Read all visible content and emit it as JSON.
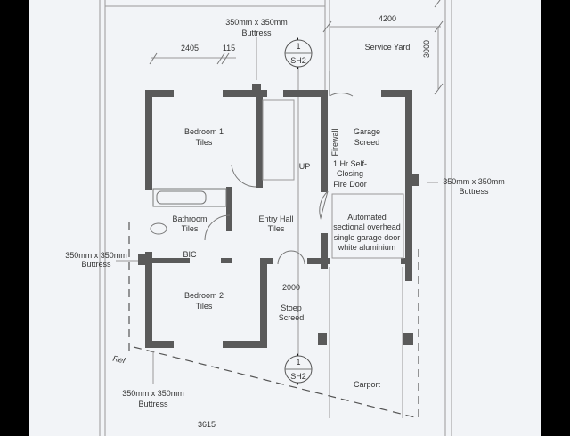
{
  "dimensions": {
    "d2405": "2405",
    "d115": "115",
    "d4200": "4200",
    "d3000": "3000",
    "d2000": "2000",
    "d3615": "3615"
  },
  "buttress": {
    "line1": "350mm x 350mm",
    "line2": "Buttress"
  },
  "section_marker": {
    "number": "1",
    "sheet": "SH2"
  },
  "rooms": {
    "service_yard": "Service Yard",
    "bedroom1": [
      "Bedroom 1",
      "Tiles"
    ],
    "garage": [
      "Garage",
      "Screed"
    ],
    "firewall": "Firewall",
    "up": "UP",
    "fire_door": [
      "1 Hr Self-",
      "Closing",
      "Fire Door"
    ],
    "bathroom": [
      "Bathroom",
      "Tiles"
    ],
    "entry_hall": [
      "Entry Hall",
      "Tiles"
    ],
    "garage_door": [
      "Automated",
      "sectional overhead",
      "single garage door",
      "white aluminium"
    ],
    "bic": "BIC",
    "bedroom2": [
      "Bedroom 2",
      "Tiles"
    ],
    "stoep": [
      "Stoep",
      "Screed"
    ],
    "carport": "Carport"
  },
  "annotation": "Ref"
}
